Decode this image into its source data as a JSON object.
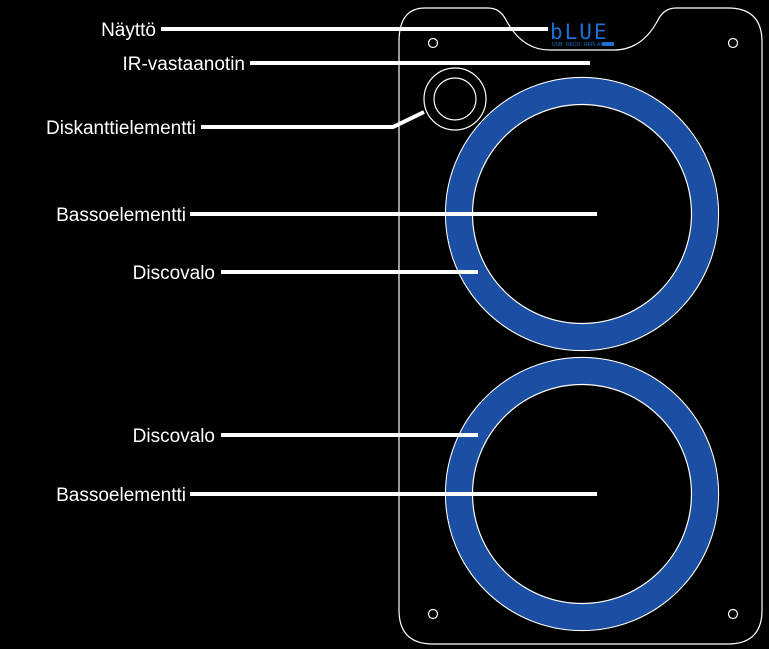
{
  "labels": {
    "display": "Näyttö",
    "ir_receiver": "IR-vastaanotin",
    "tweeter": "Diskanttielementti",
    "woofer_top": "Bassoelementti",
    "disco_top": "Discovalo",
    "disco_bottom": "Discovalo",
    "woofer_bottom": "Bassoelementti"
  },
  "display_screen": {
    "text": "bLUE",
    "indicators": [
      "USB",
      "RECO",
      "REPLAY"
    ]
  },
  "colors": {
    "background": "#000000",
    "outline": "#ffffff",
    "ring": "#1b4fa3",
    "display_text": "#1e6fd0"
  }
}
